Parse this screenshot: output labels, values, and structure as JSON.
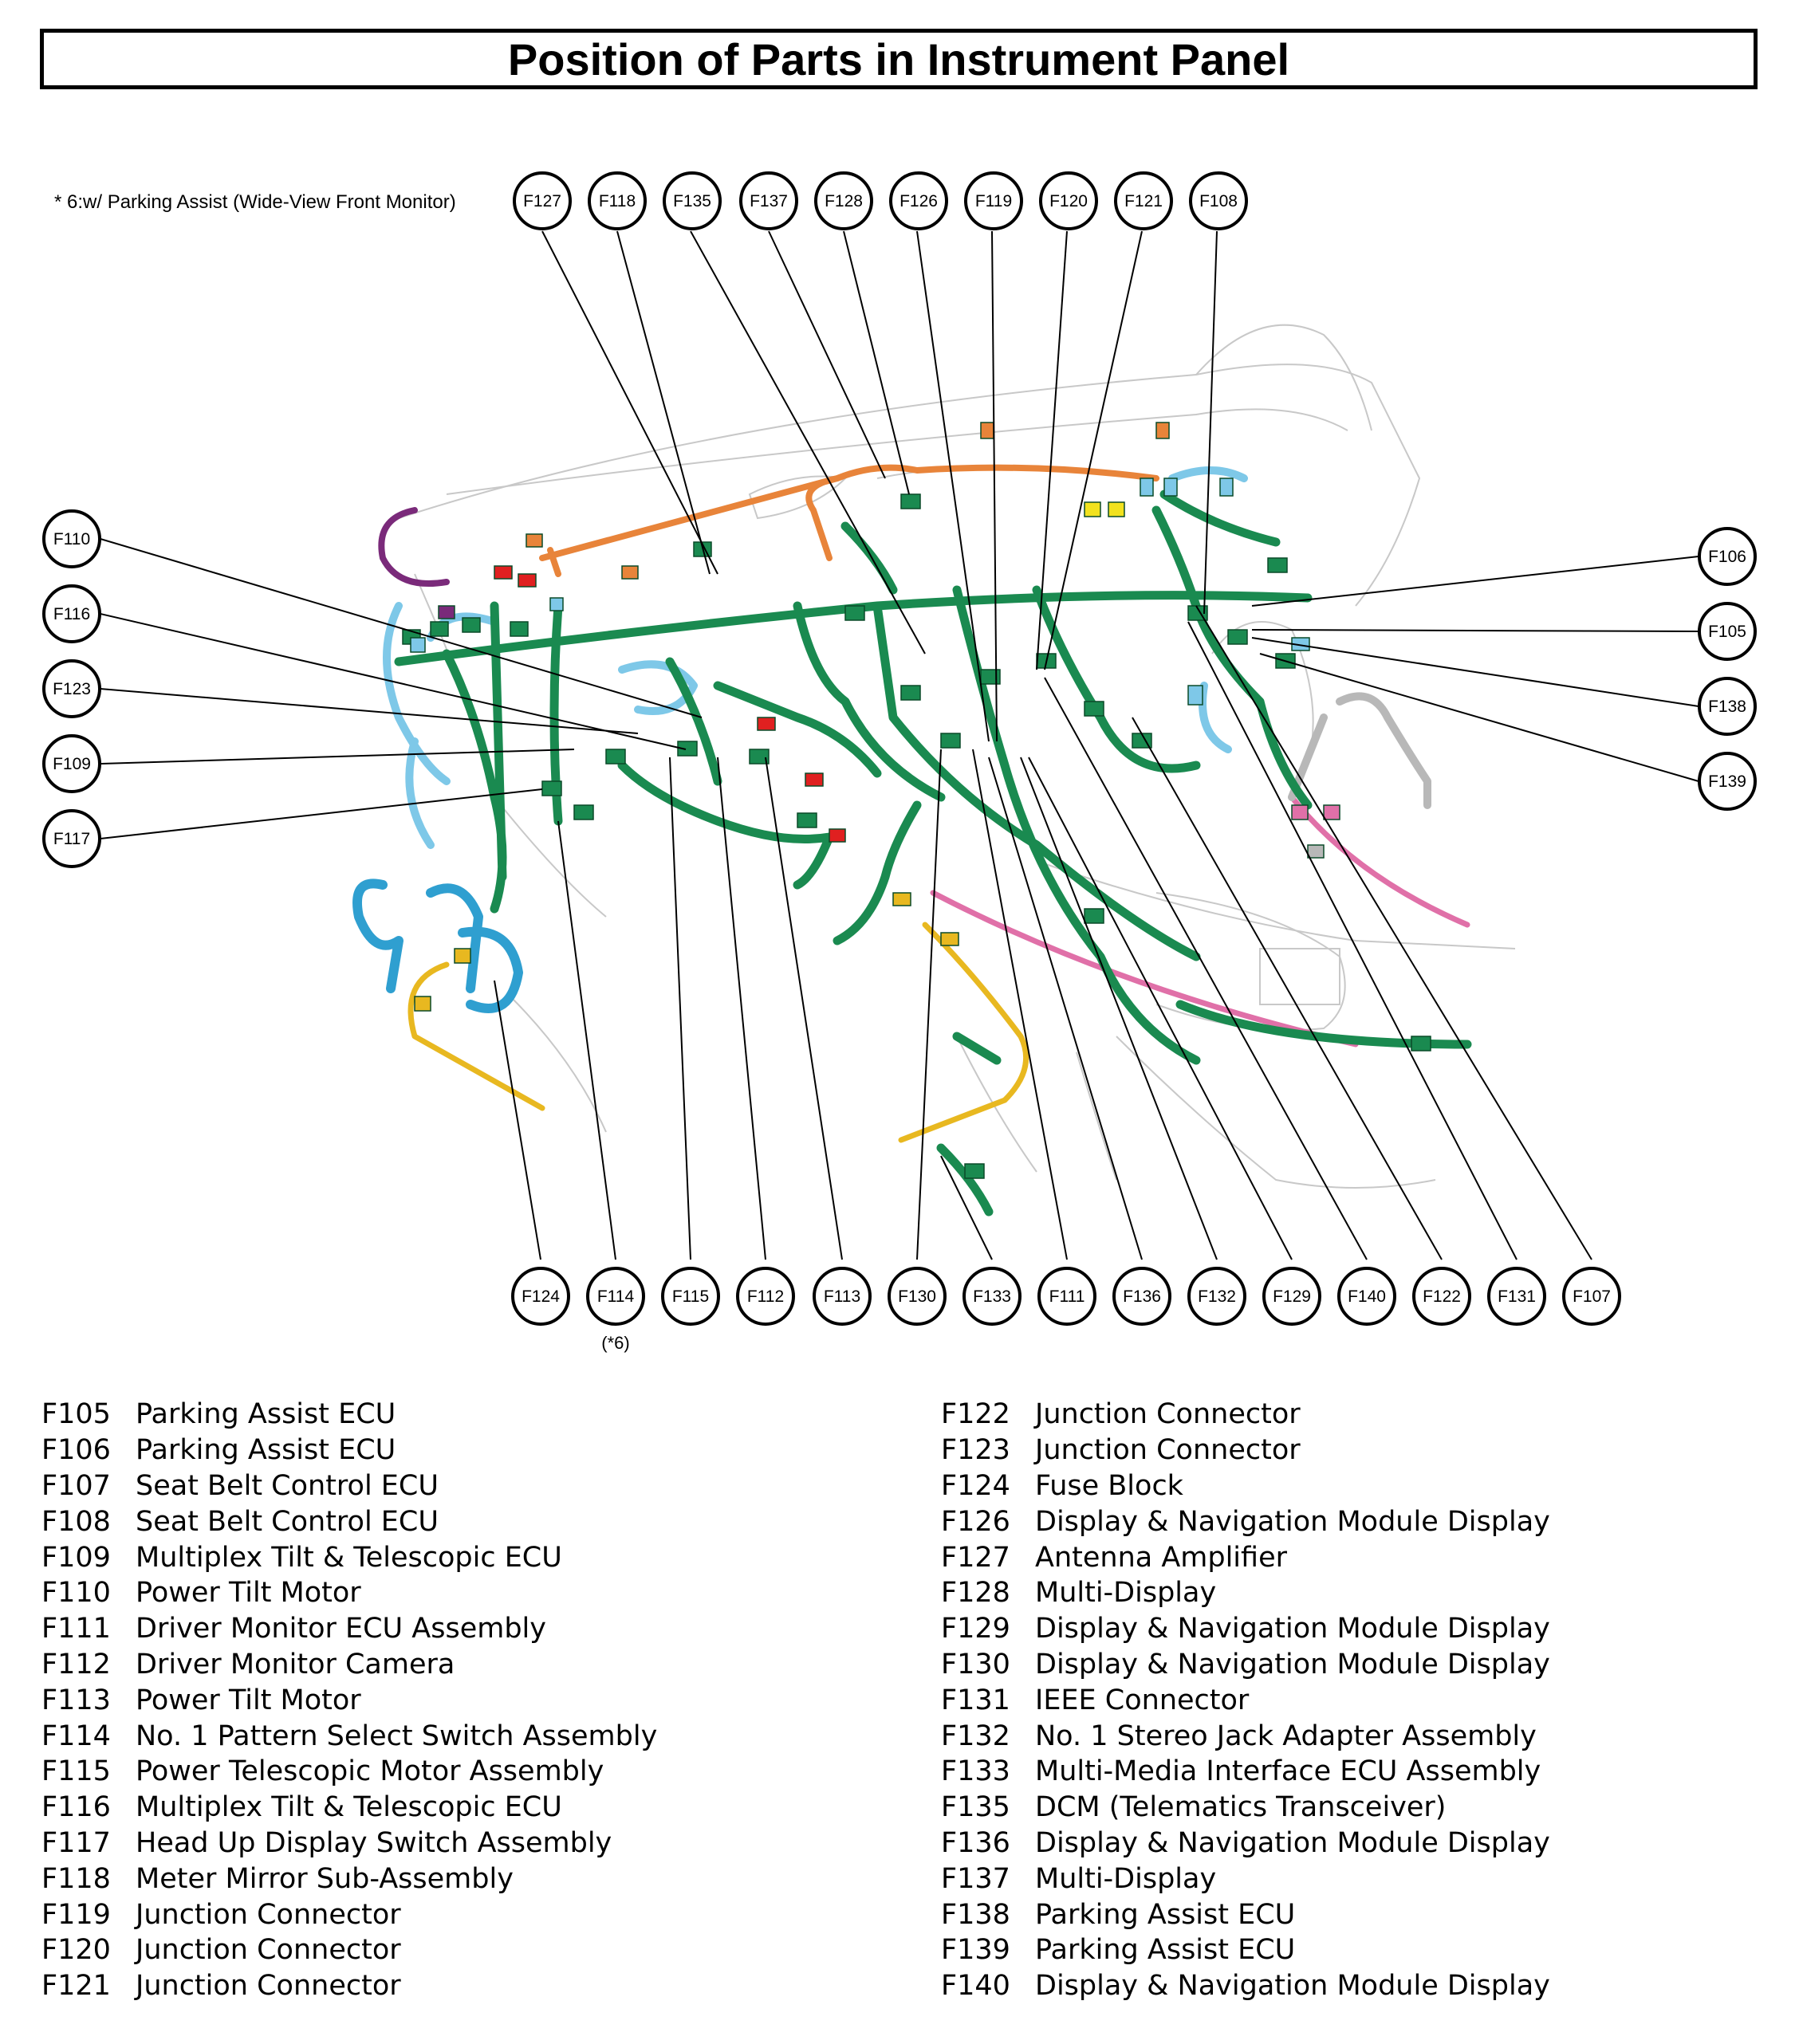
{
  "page_title": "Position of Parts in Instrument Panel",
  "note": "* 6:w/ Parking Assist (Wide-View Front Monitor)",
  "callouts_top": [
    "F127",
    "F118",
    "F135",
    "F137",
    "F128",
    "F126",
    "F119",
    "F120",
    "F121",
    "F108"
  ],
  "callouts_left": [
    "F110",
    "F116",
    "F123",
    "F109",
    "F117"
  ],
  "callouts_right": [
    "F106",
    "F105",
    "F138",
    "F139"
  ],
  "callouts_bottom": [
    "F124",
    "F114",
    "F115",
    "F112",
    "F113",
    "F130",
    "F133",
    "F111",
    "F136",
    "F132",
    "F129",
    "F140",
    "F122",
    "F131",
    "F107"
  ],
  "callout_subnote": "(*6)",
  "legend_left": [
    {
      "code": "F105",
      "name": "Parking Assist ECU"
    },
    {
      "code": "F106",
      "name": "Parking Assist ECU"
    },
    {
      "code": "F107",
      "name": "Seat Belt Control ECU"
    },
    {
      "code": "F108",
      "name": "Seat Belt Control ECU"
    },
    {
      "code": "F109",
      "name": "Multiplex Tilt & Telescopic ECU"
    },
    {
      "code": "F110",
      "name": "Power Tilt Motor"
    },
    {
      "code": "F111",
      "name": "Driver Monitor ECU Assembly"
    },
    {
      "code": "F112",
      "name": "Driver Monitor Camera"
    },
    {
      "code": "F113",
      "name": "Power Tilt Motor"
    },
    {
      "code": "F114",
      "name": "No. 1 Pattern Select Switch Assembly"
    },
    {
      "code": "F115",
      "name": "Power Telescopic Motor Assembly"
    },
    {
      "code": "F116",
      "name": "Multiplex Tilt & Telescopic ECU"
    },
    {
      "code": "F117",
      "name": "Head Up Display Switch Assembly"
    },
    {
      "code": "F118",
      "name": "Meter Mirror Sub-Assembly"
    },
    {
      "code": "F119",
      "name": "Junction Connector"
    },
    {
      "code": "F120",
      "name": "Junction Connector"
    },
    {
      "code": "F121",
      "name": "Junction Connector"
    }
  ],
  "legend_right": [
    {
      "code": "F122",
      "name": "Junction Connector"
    },
    {
      "code": "F123",
      "name": "Junction Connector"
    },
    {
      "code": "F124",
      "name": "Fuse Block"
    },
    {
      "code": "F126",
      "name": "Display & Navigation Module Display"
    },
    {
      "code": "F127",
      "name": "Antenna Amplifier"
    },
    {
      "code": "F128",
      "name": "Multi-Display"
    },
    {
      "code": "F129",
      "name": "Display & Navigation Module Display"
    },
    {
      "code": "F130",
      "name": "Display & Navigation Module Display"
    },
    {
      "code": "F131",
      "name": "IEEE Connector"
    },
    {
      "code": "F132",
      "name": "No. 1 Stereo Jack Adapter Assembly"
    },
    {
      "code": "F133",
      "name": "Multi-Media Interface ECU Assembly"
    },
    {
      "code": "F135",
      "name": "DCM (Telematics Transceiver)"
    },
    {
      "code": "F136",
      "name": "Display & Navigation Module Display"
    },
    {
      "code": "F137",
      "name": "Multi-Display"
    },
    {
      "code": "F138",
      "name": "Parking Assist ECU"
    },
    {
      "code": "F139",
      "name": "Parking Assist ECU"
    },
    {
      "code": "F140",
      "name": "Display & Navigation Module Display"
    }
  ],
  "colors": {
    "harness_main": "#1a8a50",
    "harness_light_blue": "#7ec8e8",
    "harness_blue": "#2f9fd0",
    "harness_orange": "#e8843a",
    "harness_yellow": "#e8b820",
    "harness_pink": "#e070a8",
    "harness_red": "#e02020",
    "harness_purple": "#7a2a7a",
    "harness_gray": "#b8b8b8",
    "outline": "#c8c8c8"
  }
}
